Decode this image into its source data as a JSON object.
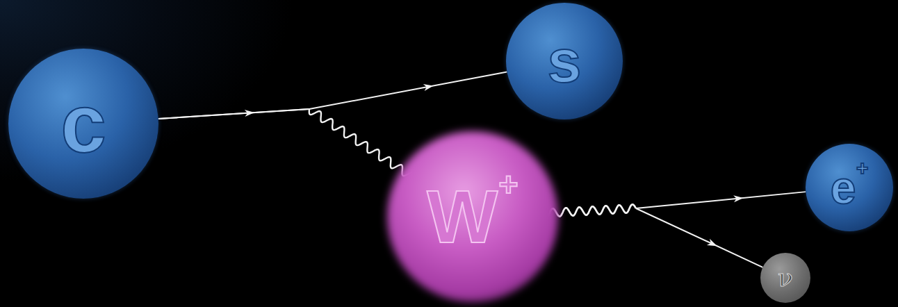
{
  "diagram": {
    "nodes": [
      {
        "text": [
          "c"
        ]
      },
      {
        "text": [
          "s"
        ]
      },
      {
        "text": [
          "W+"
        ]
      },
      {
        "text": [
          "e+"
        ]
      },
      {
        "text": [
          "ν"
        ]
      }
    ],
    "edges": [
      {
        "from": 0,
        "to": 1,
        "arrow": "to"
      },
      {
        "from": 0,
        "to": 2,
        "arrow": "none"
      },
      {
        "from": 2,
        "to": 3,
        "arrow": "to"
      },
      {
        "from": 2,
        "to": 4,
        "arrow": "to"
      }
    ]
  }
}
